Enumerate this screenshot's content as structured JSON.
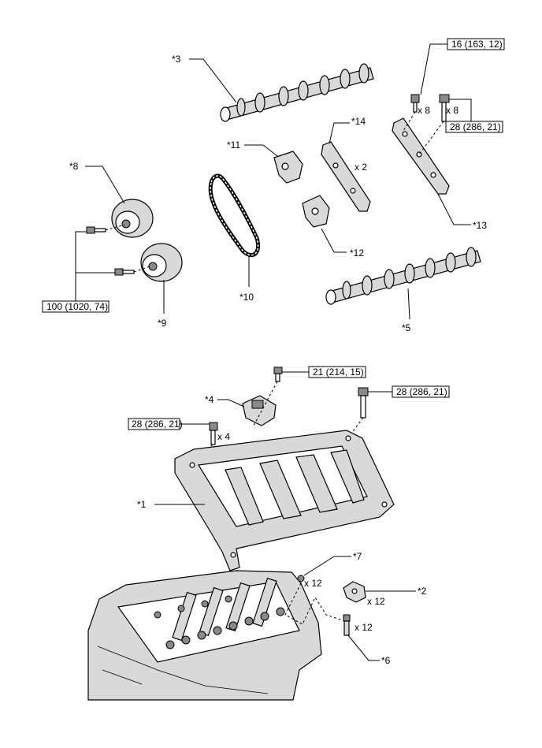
{
  "callouts": {
    "c1": "*1",
    "c2": "*2",
    "c3": "*3",
    "c4": "*4",
    "c5": "*5",
    "c6": "*6",
    "c7": "*7",
    "c8": "*8",
    "c9": "*9",
    "c10": "*10",
    "c11": "*11",
    "c12": "*12",
    "c13": "*13",
    "c14": "*14"
  },
  "torque": {
    "t_top_bolt": "16 (163, 12)",
    "t_cap_bolt": "28 (286, 21)",
    "t_sprocket": "100 (1020, 74)",
    "t_plug": "21 (214, 15)",
    "t_housing_right": "28 (286, 21)",
    "t_housing_left": "28 (286, 21)"
  },
  "quantities": {
    "q_bolt_a": "x 8",
    "q_bolt_b": "x 8",
    "q_cap": "x 2",
    "q_housing": "x 4",
    "q_part7": "x 12",
    "q_part2": "x 12",
    "q_part6": "x 12"
  }
}
